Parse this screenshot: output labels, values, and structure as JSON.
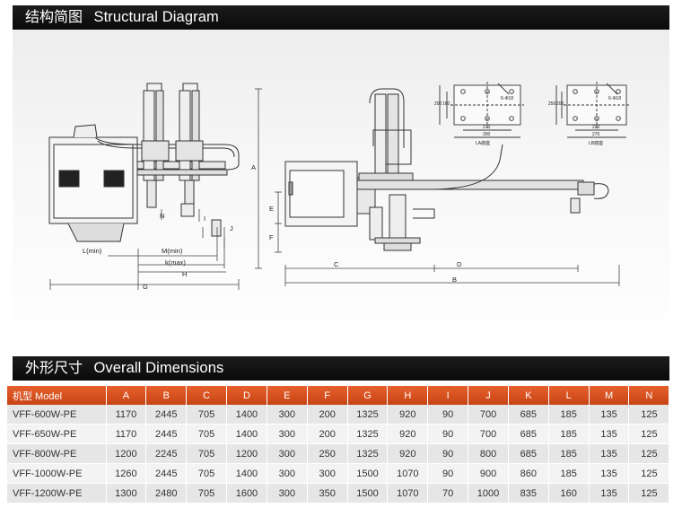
{
  "section1": {
    "title_zh": "结构简图",
    "title_en": "Structural Diagram"
  },
  "section2": {
    "title_zh": "外形尺寸",
    "title_en": "Overall Dimensions"
  },
  "diagram": {
    "left_labels": {
      "n": "N",
      "i": "I",
      "j": "J",
      "l_min": "L(min)",
      "m_min": "M(min)",
      "k_max": "k(max)",
      "h": "H",
      "g": "G"
    },
    "right_labels": {
      "a": "A",
      "e": "E",
      "f": "F",
      "c": "C",
      "d": "D",
      "b": "B"
    },
    "base_left": {
      "d200": "200",
      "d160": "160",
      "d270": "270",
      "d300": "300",
      "hole": "6-Φ18",
      "caption": "LA底座"
    },
    "base_right": {
      "d250": "250",
      "d200": "200",
      "d220": "220",
      "d270": "270",
      "hole": "6-Φ18",
      "caption": "LB底座"
    }
  },
  "table": {
    "headers": [
      "机型 Model",
      "A",
      "B",
      "C",
      "D",
      "E",
      "F",
      "G",
      "H",
      "I",
      "J",
      "K",
      "L",
      "M",
      "N"
    ],
    "rows": [
      [
        "VFF-600W-PE",
        "1170",
        "2445",
        "705",
        "1400",
        "300",
        "200",
        "1325",
        "920",
        "90",
        "700",
        "685",
        "185",
        "135",
        "125"
      ],
      [
        "VFF-650W-PE",
        "1170",
        "2445",
        "705",
        "1400",
        "300",
        "200",
        "1325",
        "920",
        "90",
        "700",
        "685",
        "185",
        "135",
        "125"
      ],
      [
        "VFF-800W-PE",
        "1200",
        "2245",
        "705",
        "1200",
        "300",
        "250",
        "1325",
        "920",
        "90",
        "800",
        "685",
        "185",
        "135",
        "125"
      ],
      [
        "VFF-1000W-PE",
        "1260",
        "2445",
        "705",
        "1400",
        "300",
        "300",
        "1500",
        "1070",
        "90",
        "900",
        "860",
        "185",
        "135",
        "125"
      ],
      [
        "VFF-1200W-PE",
        "1300",
        "2480",
        "705",
        "1600",
        "300",
        "350",
        "1500",
        "1070",
        "70",
        "1000",
        "835",
        "160",
        "135",
        "125"
      ]
    ]
  },
  "colors": {
    "header_orange": "#d94f1e",
    "bar_black": "#111111"
  }
}
